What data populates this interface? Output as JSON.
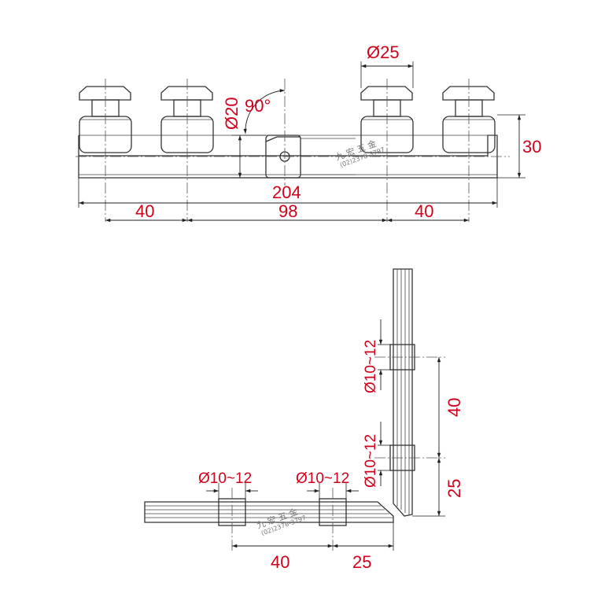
{
  "top_view": {
    "dim_diameter_top": "Ø25",
    "dim_diameter_side": "Ø20",
    "dim_angle": "90°",
    "dim_total": "204",
    "dim_left": "40",
    "dim_middle": "98",
    "dim_right": "40",
    "dim_height": "30"
  },
  "bottom_view": {
    "dim_hole_1": "Ø10~12",
    "dim_hole_2": "Ø10~12",
    "dim_hole_3": "Ø10~12",
    "dim_hole_4": "Ø10~12",
    "dim_vert_40": "40",
    "dim_vert_25": "25",
    "dim_horiz_40": "40",
    "dim_horiz_25": "25"
  },
  "watermark": {
    "brand": "九 宏 五 金",
    "phone": "(02)2378-3797"
  },
  "colors": {
    "dimension_text": "#d0021b",
    "line": "#333333"
  }
}
